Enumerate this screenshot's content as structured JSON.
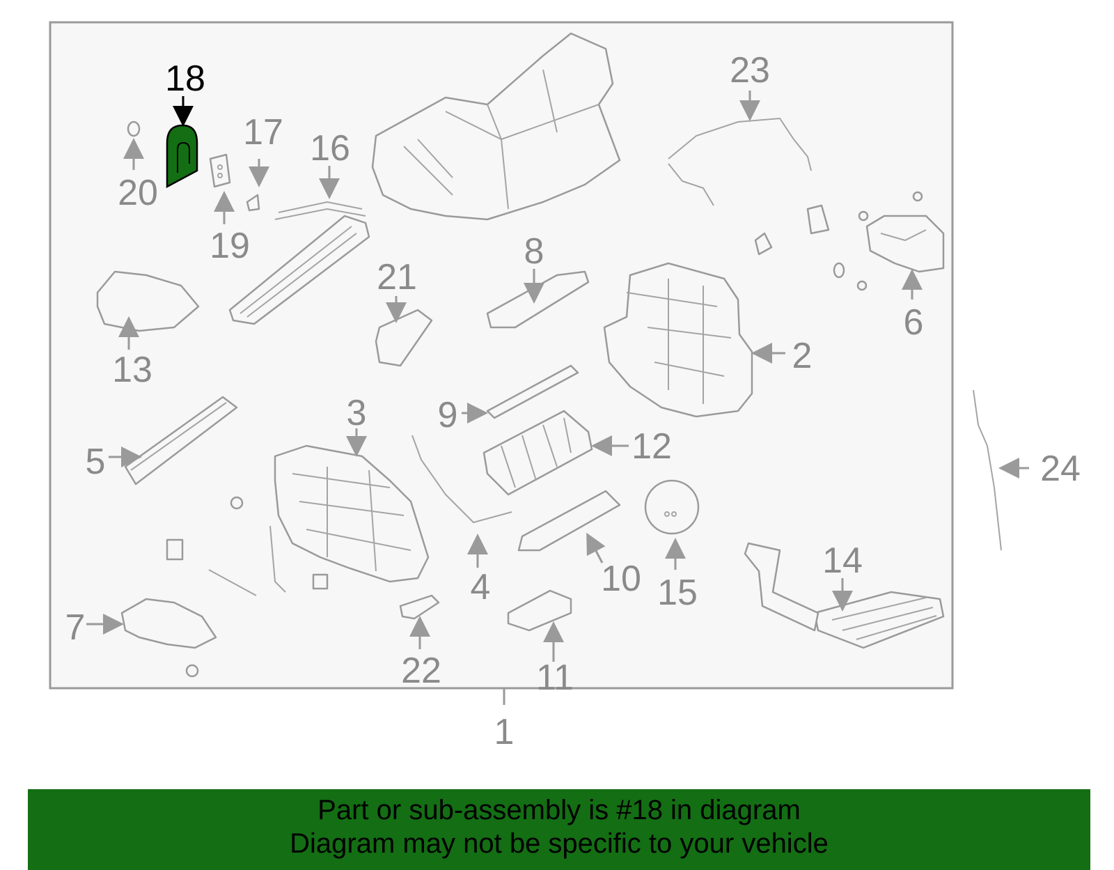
{
  "diagram": {
    "highlight_color": "#146e14",
    "callouts": [
      {
        "id": "1",
        "label": "1"
      },
      {
        "id": "2",
        "label": "2"
      },
      {
        "id": "3",
        "label": "3"
      },
      {
        "id": "4",
        "label": "4"
      },
      {
        "id": "5",
        "label": "5"
      },
      {
        "id": "6",
        "label": "6"
      },
      {
        "id": "7",
        "label": "7"
      },
      {
        "id": "8",
        "label": "8"
      },
      {
        "id": "9",
        "label": "9"
      },
      {
        "id": "10",
        "label": "10"
      },
      {
        "id": "11",
        "label": "11"
      },
      {
        "id": "12",
        "label": "12"
      },
      {
        "id": "13",
        "label": "13"
      },
      {
        "id": "14",
        "label": "14"
      },
      {
        "id": "15",
        "label": "15"
      },
      {
        "id": "16",
        "label": "16"
      },
      {
        "id": "17",
        "label": "17"
      },
      {
        "id": "18",
        "label": "18",
        "highlighted": true
      },
      {
        "id": "19",
        "label": "19"
      },
      {
        "id": "20",
        "label": "20"
      },
      {
        "id": "21",
        "label": "21"
      },
      {
        "id": "22",
        "label": "22"
      },
      {
        "id": "23",
        "label": "23"
      },
      {
        "id": "24",
        "label": "24"
      }
    ]
  },
  "banner": {
    "line1": "Part or sub-assembly is #18 in diagram",
    "line2": "Diagram may not be specific to your vehicle",
    "background_color": "#146e14"
  }
}
